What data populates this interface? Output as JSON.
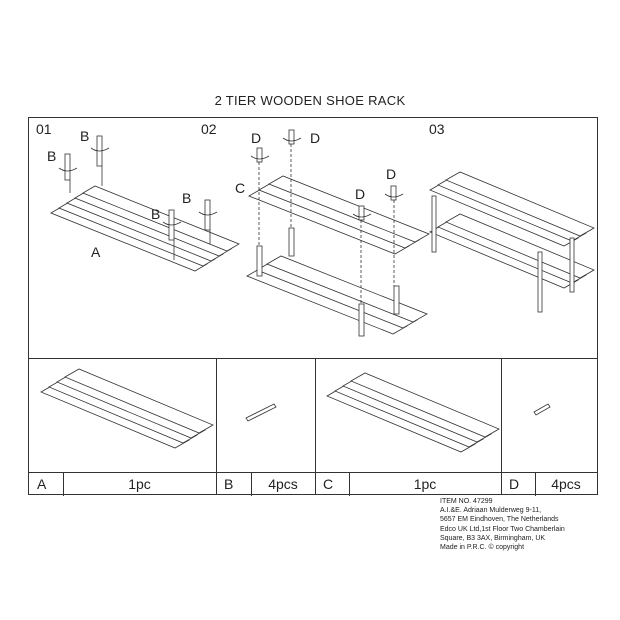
{
  "title": "2 TIER WOODEN SHOE RACK",
  "steps": [
    "01",
    "02",
    "03"
  ],
  "callouts": {
    "s1_b1": "B",
    "s1_b2": "B",
    "s1_b3": "B",
    "s1_b4": "B",
    "s1_a": "A",
    "s2_d1": "D",
    "s2_d2": "D",
    "s2_d3": "D",
    "s2_d4": "D",
    "s2_c": "C"
  },
  "parts": [
    {
      "letter": "A",
      "qty": "1pc"
    },
    {
      "letter": "B",
      "qty": "4pcs"
    },
    {
      "letter": "C",
      "qty": "1pc"
    },
    {
      "letter": "D",
      "qty": "4pcs"
    }
  ],
  "info_lines": [
    "ITEM NO. 47299",
    "A.I.&E. Adriaan Mulderweg 9-11,",
    "5657 EM Eindhoven, The Netherlands",
    "Edco UK Ltd,1st Floor Two Chamberlain",
    "Square, B3 3AX, Birmingham, UK",
    "Made in P.R.C. © copyright"
  ],
  "colors": {
    "line": "#333333",
    "background": "#ffffff"
  }
}
